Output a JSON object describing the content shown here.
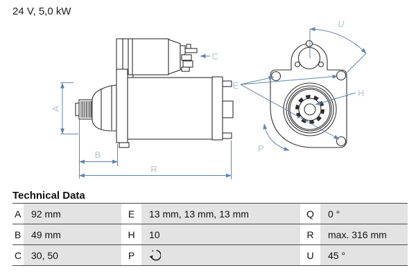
{
  "header": {
    "title": "24 V, 5,0 kW"
  },
  "diagram": {
    "side_view_labels": {
      "A": "A",
      "B": "B",
      "C": "C",
      "E": "E",
      "R": "R"
    },
    "front_view_labels": {
      "H": "H",
      "P": "P",
      "U": "U"
    },
    "outline_color": "#2e2e2e",
    "dimension_line_color": "#5f86ad",
    "dimension_label_color": "#b8c2cf"
  },
  "table": {
    "heading": "Technical Data",
    "cell_background": "#e3e3e3",
    "rule_color": "#474747",
    "rows": [
      {
        "k1": "A",
        "v1": "92 mm",
        "k2": "E",
        "v2": "13 mm, 13 mm, 13 mm",
        "k3": "Q",
        "v3": "0 °"
      },
      {
        "k1": "B",
        "v1": "49 mm",
        "k2": "H",
        "v2": "10",
        "k3": "R",
        "v3": "max. 316 mm"
      },
      {
        "k1": "C",
        "v1": "30, 50",
        "k2": "P",
        "v2_icon": "counterclockwise-rotation-icon",
        "k3": "U",
        "v3": "45 °"
      }
    ]
  }
}
